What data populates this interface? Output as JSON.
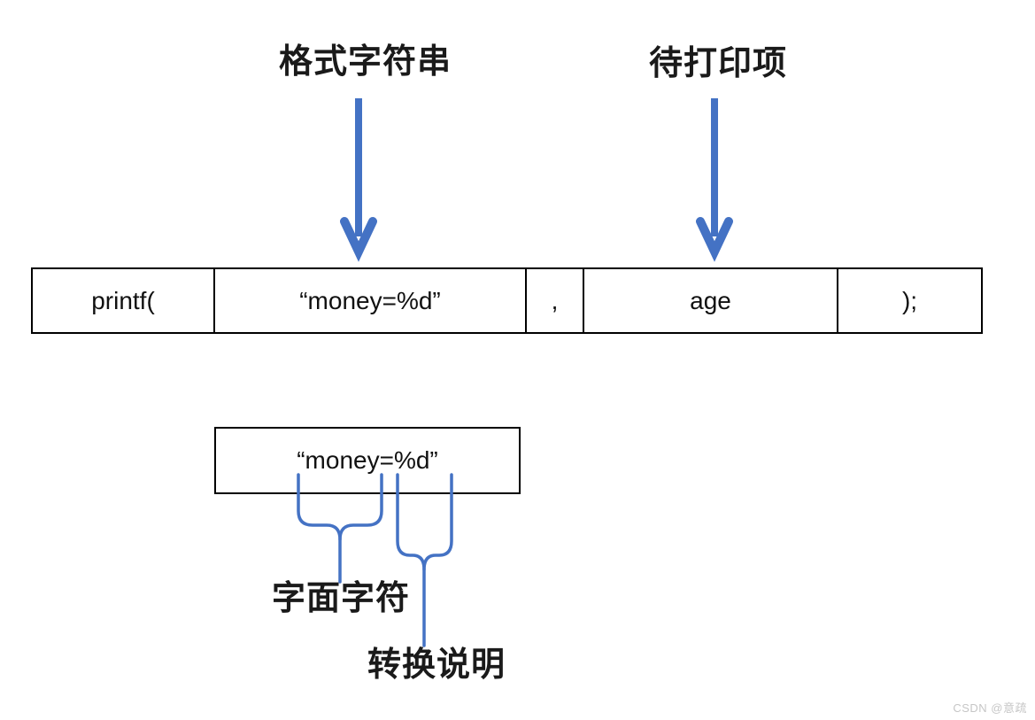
{
  "labels": {
    "format_string": "格式字符串",
    "item_to_print": "待打印项",
    "literal_chars": "字面字符",
    "conversion_spec": "转换说明"
  },
  "printf_row": {
    "cells": [
      "printf(",
      "“money=%d”",
      ",",
      "age",
      ");"
    ]
  },
  "format_box": {
    "text": "“money=%d”"
  },
  "watermark": "CSDN @意疏",
  "colors": {
    "arrow_blue": "#4472C4",
    "brace_blue": "#4472C4",
    "border_black": "#000000",
    "watermark_gray": "#c6c6c6"
  }
}
